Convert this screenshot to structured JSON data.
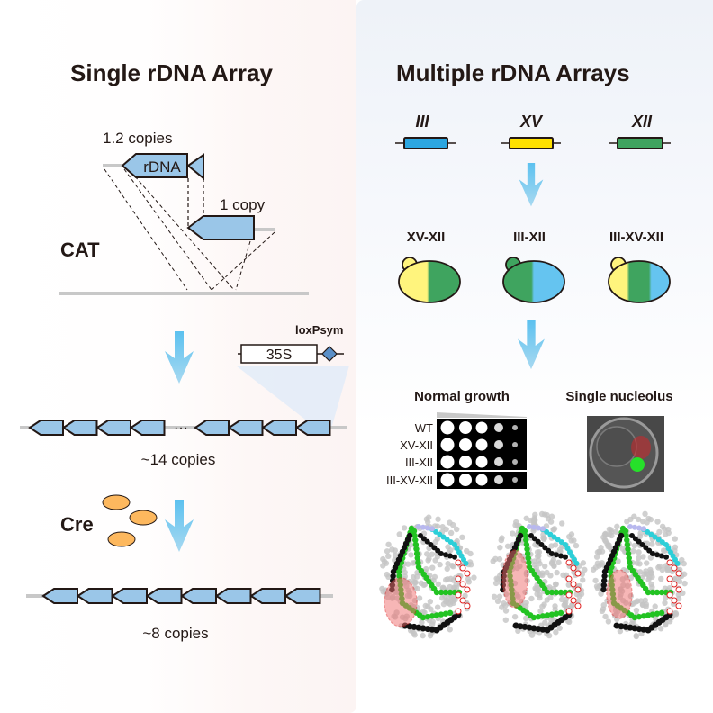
{
  "left_panel": {
    "title": "Single rDNA Array",
    "cat_label": "CAT",
    "top_cassette": {
      "copies_label": "1.2 copies",
      "element_label": "rDNA"
    },
    "second_cassette": {
      "copies_label": "1 copy"
    },
    "insert": {
      "promoter_label": "35S",
      "site_label": "loxPsym"
    },
    "array_14": {
      "copies_label": "~14 copies",
      "units_before_gap": 4,
      "units_after_gap": 4,
      "gap_label": "···"
    },
    "cre_label": "Cre",
    "array_8": {
      "copies_label": "~8 copies",
      "units": 8
    }
  },
  "right_panel": {
    "title": "Multiple rDNA Arrays",
    "chromosomes": [
      {
        "label": "III",
        "color": "#2ca6e0"
      },
      {
        "label": "XV",
        "color": "#ffe100"
      },
      {
        "label": "XII",
        "color": "#3fa45f"
      }
    ],
    "strains": [
      {
        "label": "XV-XII",
        "bud_color": "#fff47d",
        "segments": [
          "#fff47d",
          "#3fa45f"
        ]
      },
      {
        "label": "III-XII",
        "bud_color": "#3fa45f",
        "segments": [
          "#3fa45f",
          "#65c4f0"
        ]
      },
      {
        "label": "III-XV-XII",
        "bud_color": "#fff47d",
        "segments": [
          "#fff47d",
          "#3fa45f",
          "#65c4f0"
        ]
      }
    ],
    "growth": {
      "heading": "Normal growth",
      "rows": [
        "WT",
        "XV-XII",
        "III-XII",
        "III-XV-XII"
      ]
    },
    "nucleolus": {
      "heading": "Single nucleolus"
    }
  },
  "colors": {
    "rdna_unit": "#9ac6e8",
    "arrow": "#62c3ee",
    "cre": "#fdb85e",
    "backbone": "#c8c8c8"
  }
}
